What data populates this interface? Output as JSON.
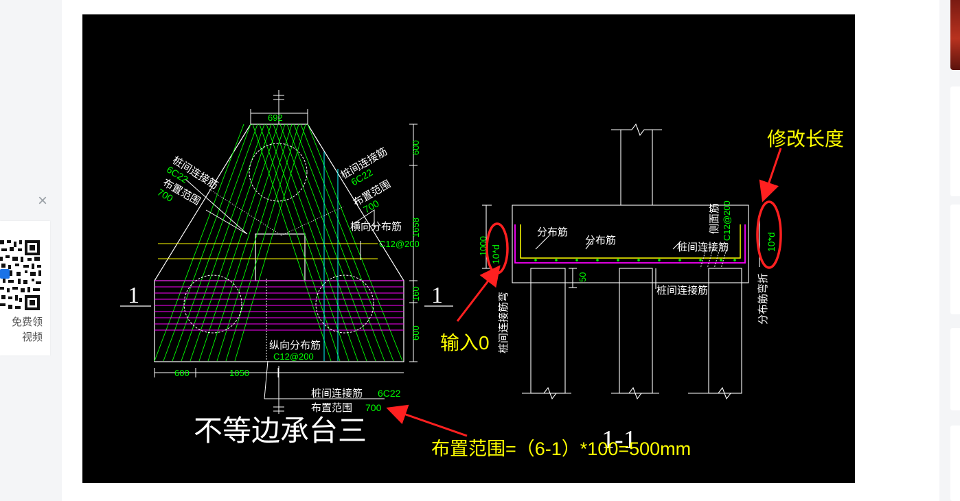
{
  "sidebar": {
    "close_glyph": "×",
    "qr_text_line1": "免费领",
    "qr_text_line2": "视频"
  },
  "drawing": {
    "plan": {
      "title": "不等边承台三",
      "section_mark": "1",
      "dims": {
        "top_width": "692",
        "right_top": "600",
        "right_mid": "1658",
        "right_160": "160",
        "right_bottom": "600",
        "bottom_left": "600",
        "bottom_mid": "1050"
      },
      "labels": {
        "left_bar": "桩间连接筋",
        "left_bar_spec": "6C22",
        "left_range": "布置范围",
        "left_range_val": "700",
        "right_bar": "桩间连接筋",
        "right_bar_spec": "6C22",
        "right_range": "布置范围",
        "right_range_val": "700",
        "transverse": "横向分布筋",
        "transverse_spec": "C12@200",
        "longitudinal": "纵向分布筋",
        "longitudinal_spec": "C12@200",
        "bottom_bar": "桩间连接筋",
        "bottom_bar_spec": "6C22",
        "bottom_range": "布置范围",
        "bottom_range_val": "700"
      }
    },
    "section": {
      "title": "1-1",
      "dim_height": "1000",
      "dim_50": "50",
      "left_vertical_label": "桩间连接筋弯",
      "left_hook": "10*d",
      "right_hook": "10*d",
      "right_vertical_label": "分布筋弯折",
      "side_bar": "侧面筋",
      "side_bar_spec": "C12@200",
      "dist1": "分布筋",
      "dist2": "分布筋",
      "pile_bar_top": "桩间连接筋",
      "pile_bar_bottom": "桩间连接筋"
    },
    "annotations": {
      "modify_length": "修改长度",
      "input_zero": "输入0",
      "formula": "布置范围=（6-1）*100=500mm"
    },
    "colors": {
      "background": "#000000",
      "line_white": "#ffffff",
      "rebar_green": "#00ff00",
      "dist_magenta": "#ff00ff",
      "dist_yellow": "#ffff00",
      "annotation_yellow": "#ffff00",
      "annotation_red": "#ff2020",
      "cyan": "#00ffff"
    }
  }
}
